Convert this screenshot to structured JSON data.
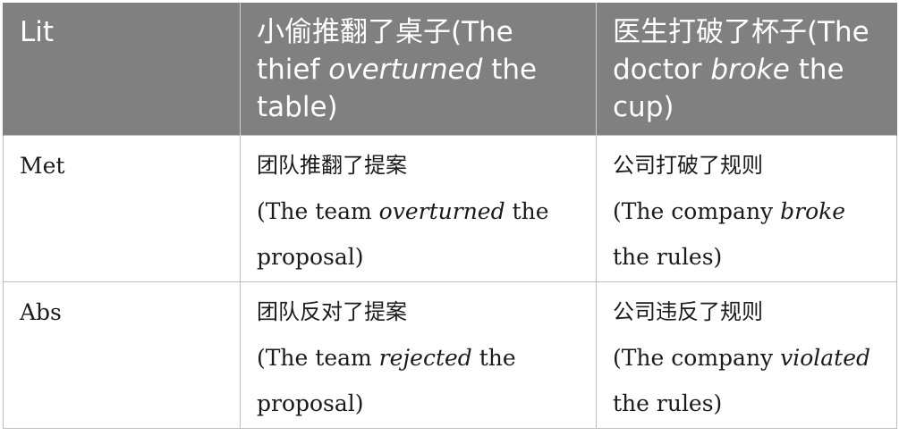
{
  "table": {
    "header": {
      "label": "Lit",
      "col1": {
        "zh": "小偷推翻了桌子",
        "en_pre": "(The thief ",
        "en_emph": "overturned",
        "en_post": " the table)"
      },
      "col2": {
        "zh": "医生打破了杯子",
        "en_pre": "(The doctor ",
        "en_emph": "broke",
        "en_post": " the cup)"
      }
    },
    "rows": [
      {
        "label": "Met",
        "col1": {
          "zh": "团队推翻了提案",
          "en_pre": "(The team ",
          "en_emph": "overturned",
          "en_post": " the proposal)"
        },
        "col2": {
          "zh": "公司打破了规则",
          "en_pre": "(The company ",
          "en_emph": "broke",
          "en_post": " the rules)"
        }
      },
      {
        "label": "Abs",
        "col1": {
          "zh": "团队反对了提案",
          "en_pre": "(The team ",
          "en_emph": "rejected",
          "en_post": " the proposal)"
        },
        "col2": {
          "zh": "公司违反了规则",
          "en_pre": "(The company ",
          "en_emph": "violated",
          "en_post": " the rules)"
        }
      }
    ]
  }
}
